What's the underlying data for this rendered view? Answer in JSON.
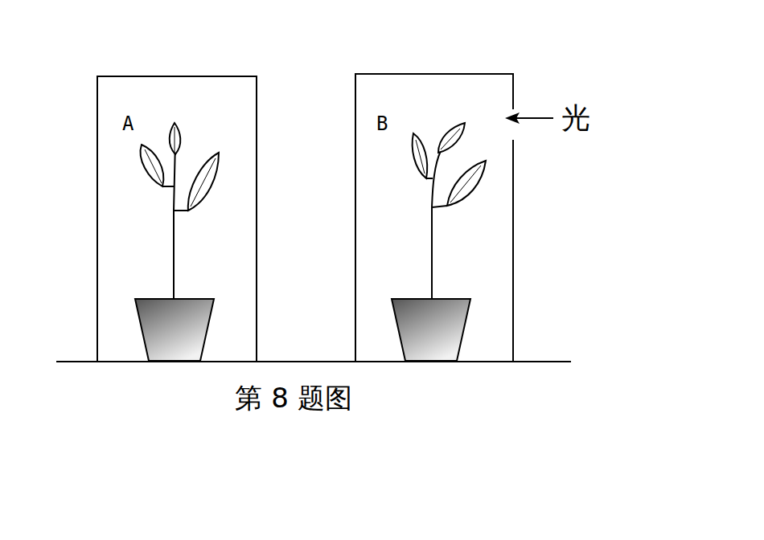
{
  "diagram": {
    "caption": "第 8 题图",
    "nodes": [
      {
        "text": [
          "A"
        ]
      },
      {
        "text": [
          "B"
        ]
      }
    ],
    "labels": [
      "光"
    ]
  }
}
